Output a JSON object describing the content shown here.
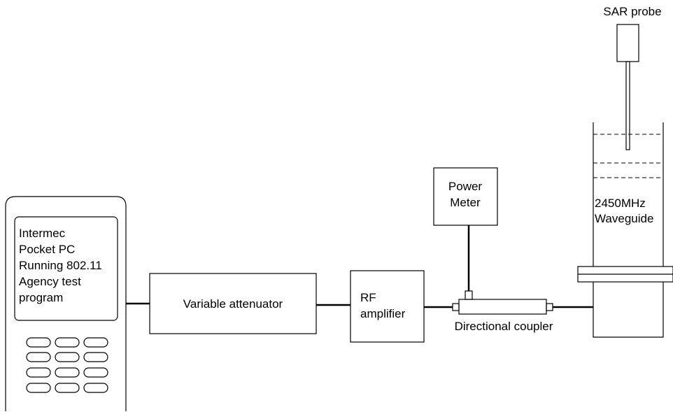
{
  "labels": {
    "pocket_pc": [
      "Intermec",
      "Pocket PC",
      "Running 802.11",
      "Agency test",
      "program"
    ],
    "attenuator": "Variable attenuator",
    "rf_amplifier": [
      "RF",
      "amplifier"
    ],
    "power_meter": [
      "Power",
      "Meter"
    ],
    "directional_coupler": "Directional coupler",
    "waveguide": [
      "2450MHz",
      "Waveguide"
    ],
    "sar_probe": "SAR probe"
  },
  "colors": {
    "stroke": "#000000",
    "background": "#ffffff"
  }
}
